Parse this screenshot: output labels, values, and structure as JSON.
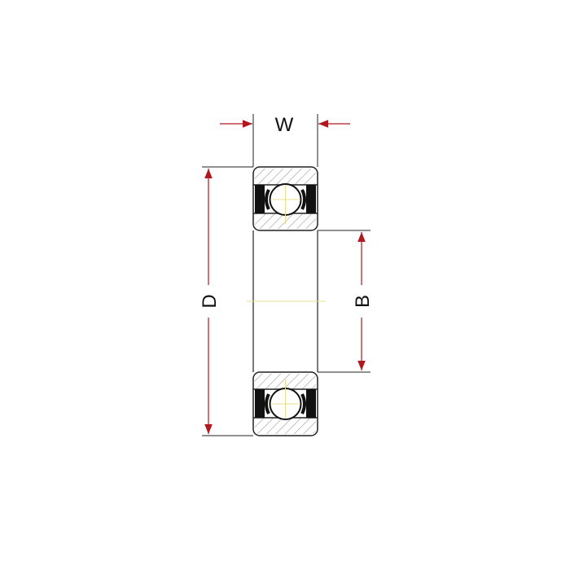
{
  "diagram": {
    "labels": {
      "width": "W",
      "outer_diameter": "D",
      "bore": "B"
    },
    "colors": {
      "arrow": "#b0171f",
      "line": "#222222",
      "hatch": "#9a9a9a",
      "centerline": "#e6e08a"
    }
  }
}
